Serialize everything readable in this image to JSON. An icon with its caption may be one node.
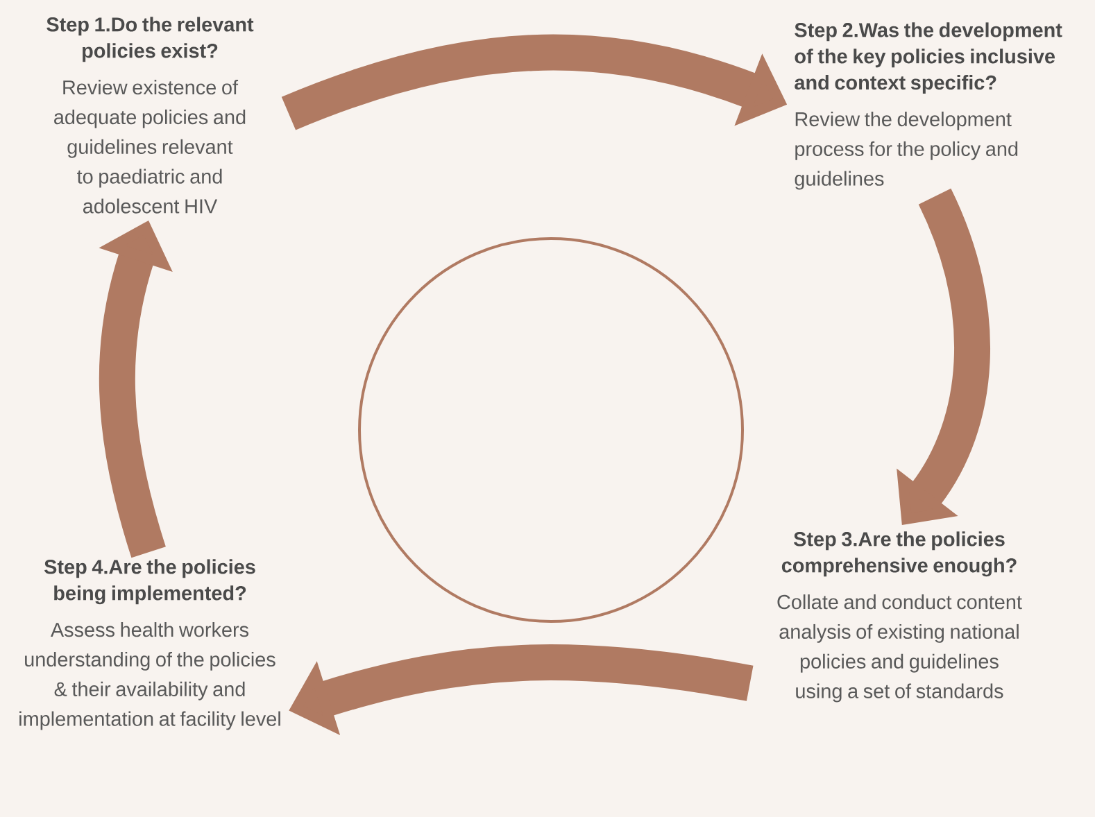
{
  "diagram": {
    "nodes": [
      {
        "text": [
          "Step 1.Do the relevant policies exist?",
          "Review existence of adequate policies and guidelines relevant to paediatric and adolescent HIV"
        ]
      },
      {
        "text": [
          "Step 2.Was the development of the key policies inclusive and context specific?",
          "Review the development process for the policy and guidelines"
        ]
      },
      {
        "text": [
          "Step 3.Are the policies comprehensive enough?",
          "Collate and conduct content analysis of existing national policies and guidelines using a set of standards"
        ]
      },
      {
        "text": [
          "Step 4.Are the policies being implemented?",
          "Assess health workers understanding of the policies & their availability and implementation at facility level"
        ]
      },
      {
        "text": [],
        "shape": "circle"
      }
    ],
    "edges": [
      {
        "from": 0,
        "to": 1,
        "arrow": "to"
      },
      {
        "from": 1,
        "to": 2,
        "arrow": "to"
      },
      {
        "from": 2,
        "to": 3,
        "arrow": "to"
      },
      {
        "from": 3,
        "to": 0,
        "arrow": "to"
      }
    ]
  }
}
